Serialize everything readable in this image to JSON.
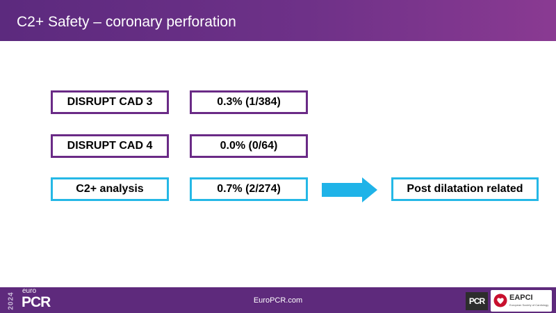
{
  "header": {
    "title": "C2+ Safety – coronary perforation"
  },
  "rows": [
    {
      "study": "DISRUPT CAD  3",
      "rate": "0.3% (1/384)"
    },
    {
      "study": "DISRUPT CAD  4",
      "rate": "0.0% (0/64)"
    },
    {
      "study": "C2+ analysis",
      "rate": "0.7% (2/274)"
    }
  ],
  "outcome": {
    "label": "Post dilatation related"
  },
  "footer": {
    "url": "EuroPCR.com",
    "logo": {
      "year": "2024",
      "euro": "euro",
      "pcr": "PCR"
    },
    "pcr_badge": "PCR",
    "eapci": {
      "name": "EAPCI",
      "subtitle": "European Society of Cardiology"
    }
  },
  "colors": {
    "header": "#5c2a7e",
    "footer": "#5e2a7c",
    "purple_border": "#6a2a86",
    "cyan_border": "#25b8e6",
    "arrow": "#1fb3e8"
  },
  "icons": {
    "arrow": "right-arrow-icon",
    "eapci": "heart-icon"
  }
}
